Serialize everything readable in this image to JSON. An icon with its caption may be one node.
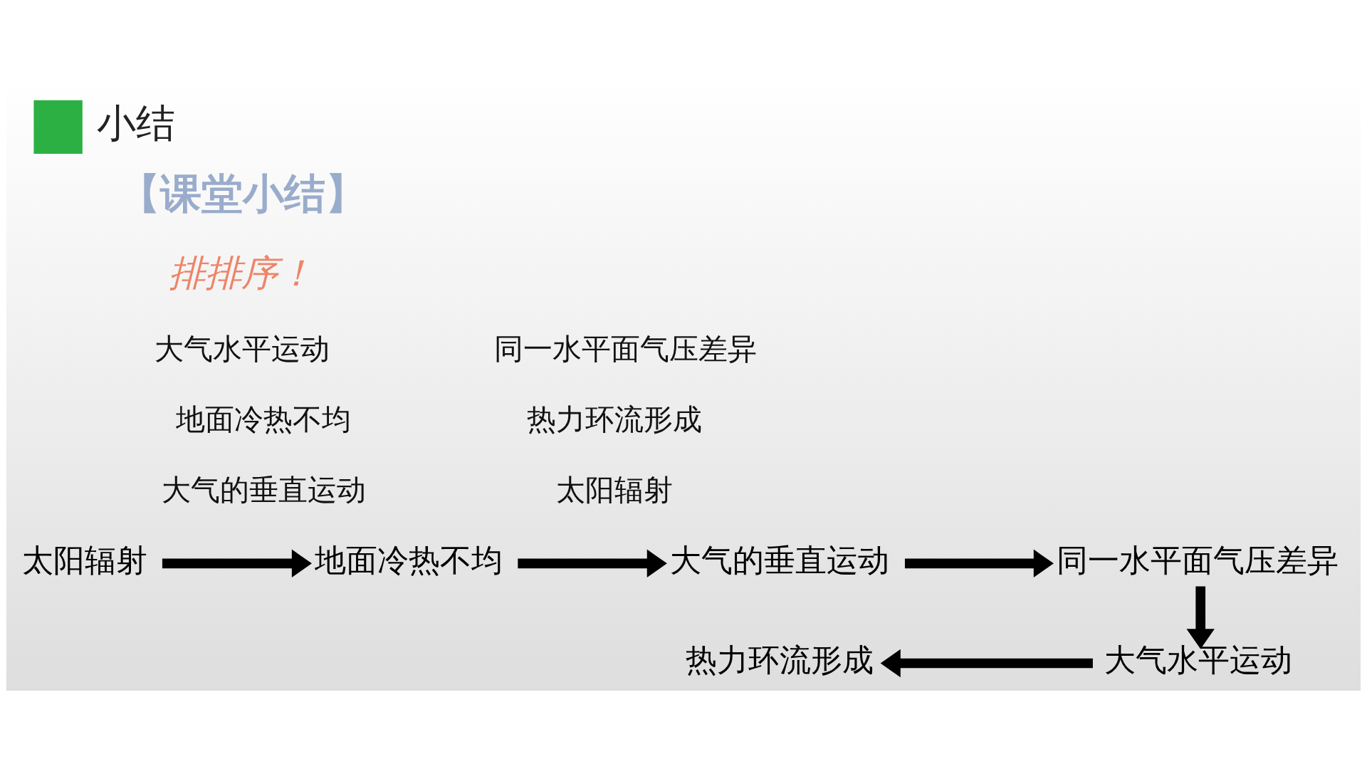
{
  "diagram": {
    "title": "小结",
    "nodes": [
      {
        "text": [
          "太阳辐射"
        ]
      },
      {
        "text": [
          "地面冷热不均"
        ]
      },
      {
        "text": [
          "大气的垂直运动"
        ]
      },
      {
        "text": [
          "同一水平面气压差异"
        ]
      },
      {
        "text": [
          "大气水平运动"
        ]
      },
      {
        "text": [
          "热力环流形成"
        ]
      }
    ],
    "edges": [
      {
        "from": 0,
        "to": 1,
        "arrow": "to"
      },
      {
        "from": 1,
        "to": 2,
        "arrow": "to"
      },
      {
        "from": 2,
        "to": 3,
        "arrow": "to"
      },
      {
        "from": 3,
        "to": 4,
        "arrow": "to"
      },
      {
        "from": 4,
        "to": 5,
        "arrow": "to"
      }
    ],
    "labels": [
      "【课堂小结】",
      "排排序！",
      "大气水平运动",
      "同一水平面气压差异",
      "地面冷热不均",
      "热力环流形成",
      "大气的垂直运动",
      "太阳辐射"
    ]
  }
}
